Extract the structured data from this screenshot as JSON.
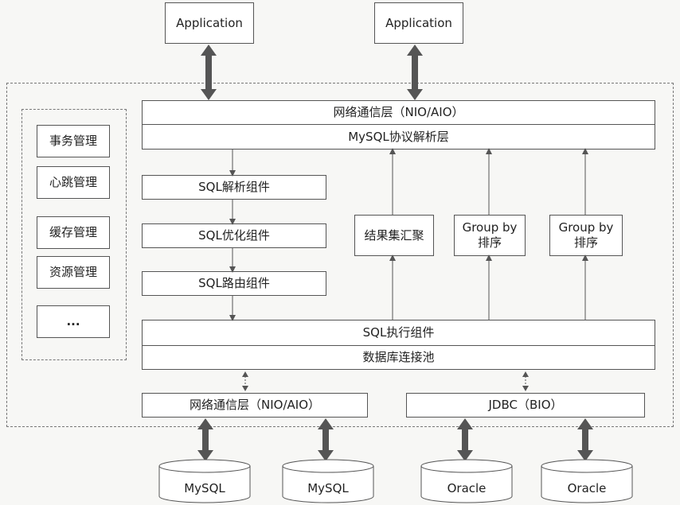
{
  "applications": [
    "Application",
    "Application"
  ],
  "proxy": {
    "net_layer": "网络通信层（NIO/AIO）",
    "protocol_layer": "MySQL协议解析层",
    "sql_parse": "SQL解析组件",
    "sql_optimize": "SQL优化组件",
    "sql_route": "SQL路由组件",
    "result_merge": "结果集汇聚",
    "group_sort_1": [
      "Group by",
      "排序"
    ],
    "group_sort_2": [
      "Group by",
      "排序"
    ],
    "sql_exec": "SQL执行组件",
    "conn_pool": "数据库连接池",
    "backend_net": "网络通信层（NIO/AIO）",
    "jdbc": "JDBC（BIO）"
  },
  "management": [
    "事务管理",
    "心跳管理",
    "缓存管理",
    "资源管理",
    "..."
  ],
  "databases": [
    "MySQL",
    "MySQL",
    "Oracle",
    "Oracle"
  ]
}
